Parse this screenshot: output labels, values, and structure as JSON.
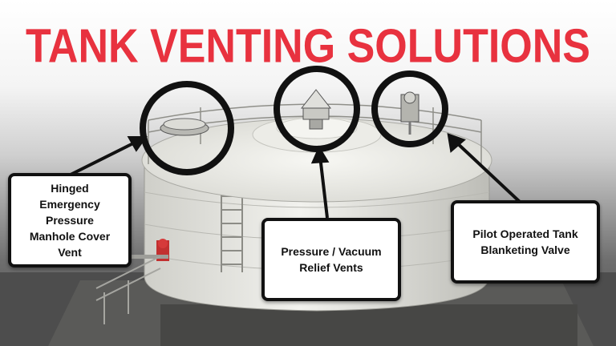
{
  "title": "TANK VENTING SOLUTIONS",
  "callouts": {
    "manhole": "Hinged\nEmergency\nPressure\nManhole Cover\nVent",
    "pressure_vacuum": "Pressure / Vacuum\nRelief Vents",
    "pilot": "Pilot Operated Tank\nBlanketing Valve"
  },
  "colors": {
    "title": "#e8323f",
    "tank_body": "#e9e9e4",
    "outline": "#111111"
  }
}
